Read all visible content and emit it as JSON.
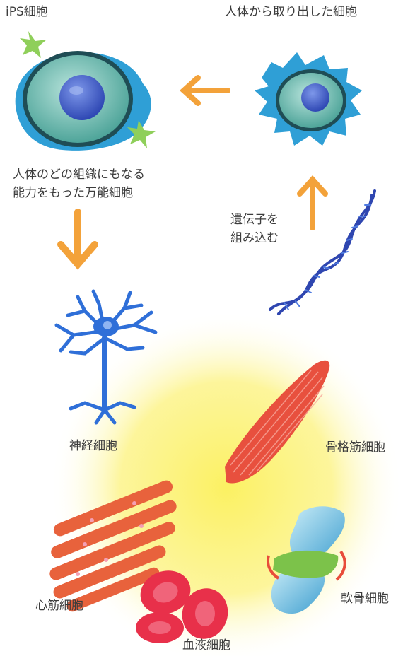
{
  "labels": {
    "ips_cell": "iPS細胞",
    "source_cell": "人体から取り出した細胞",
    "ips_desc_line1": "人体のどの組織にもなる",
    "ips_desc_line2": "能力をもった万能細胞",
    "gene_line1": "遺伝子を",
    "gene_line2": "組み込む",
    "nerve": "神経細胞",
    "skeletal_muscle": "骨格筋細胞",
    "cardiac_muscle": "心筋細胞",
    "cartilage": "軟骨細胞",
    "blood": "血液細胞"
  },
  "colors": {
    "arrow": "#f3a23a",
    "glow": "#fbf05a",
    "ips_outer": "#2f9fd6",
    "nucleus": "#3e5fc8",
    "nerve": "#2f6fd8",
    "dna": "#2f46b0",
    "skeletal": "#e8503e",
    "cardiac": "#e8623c",
    "blood": "#e8304a",
    "joint_green": "#7cc24a",
    "joint_blue": "#5fb6d9",
    "star": "#8fcf5a"
  }
}
